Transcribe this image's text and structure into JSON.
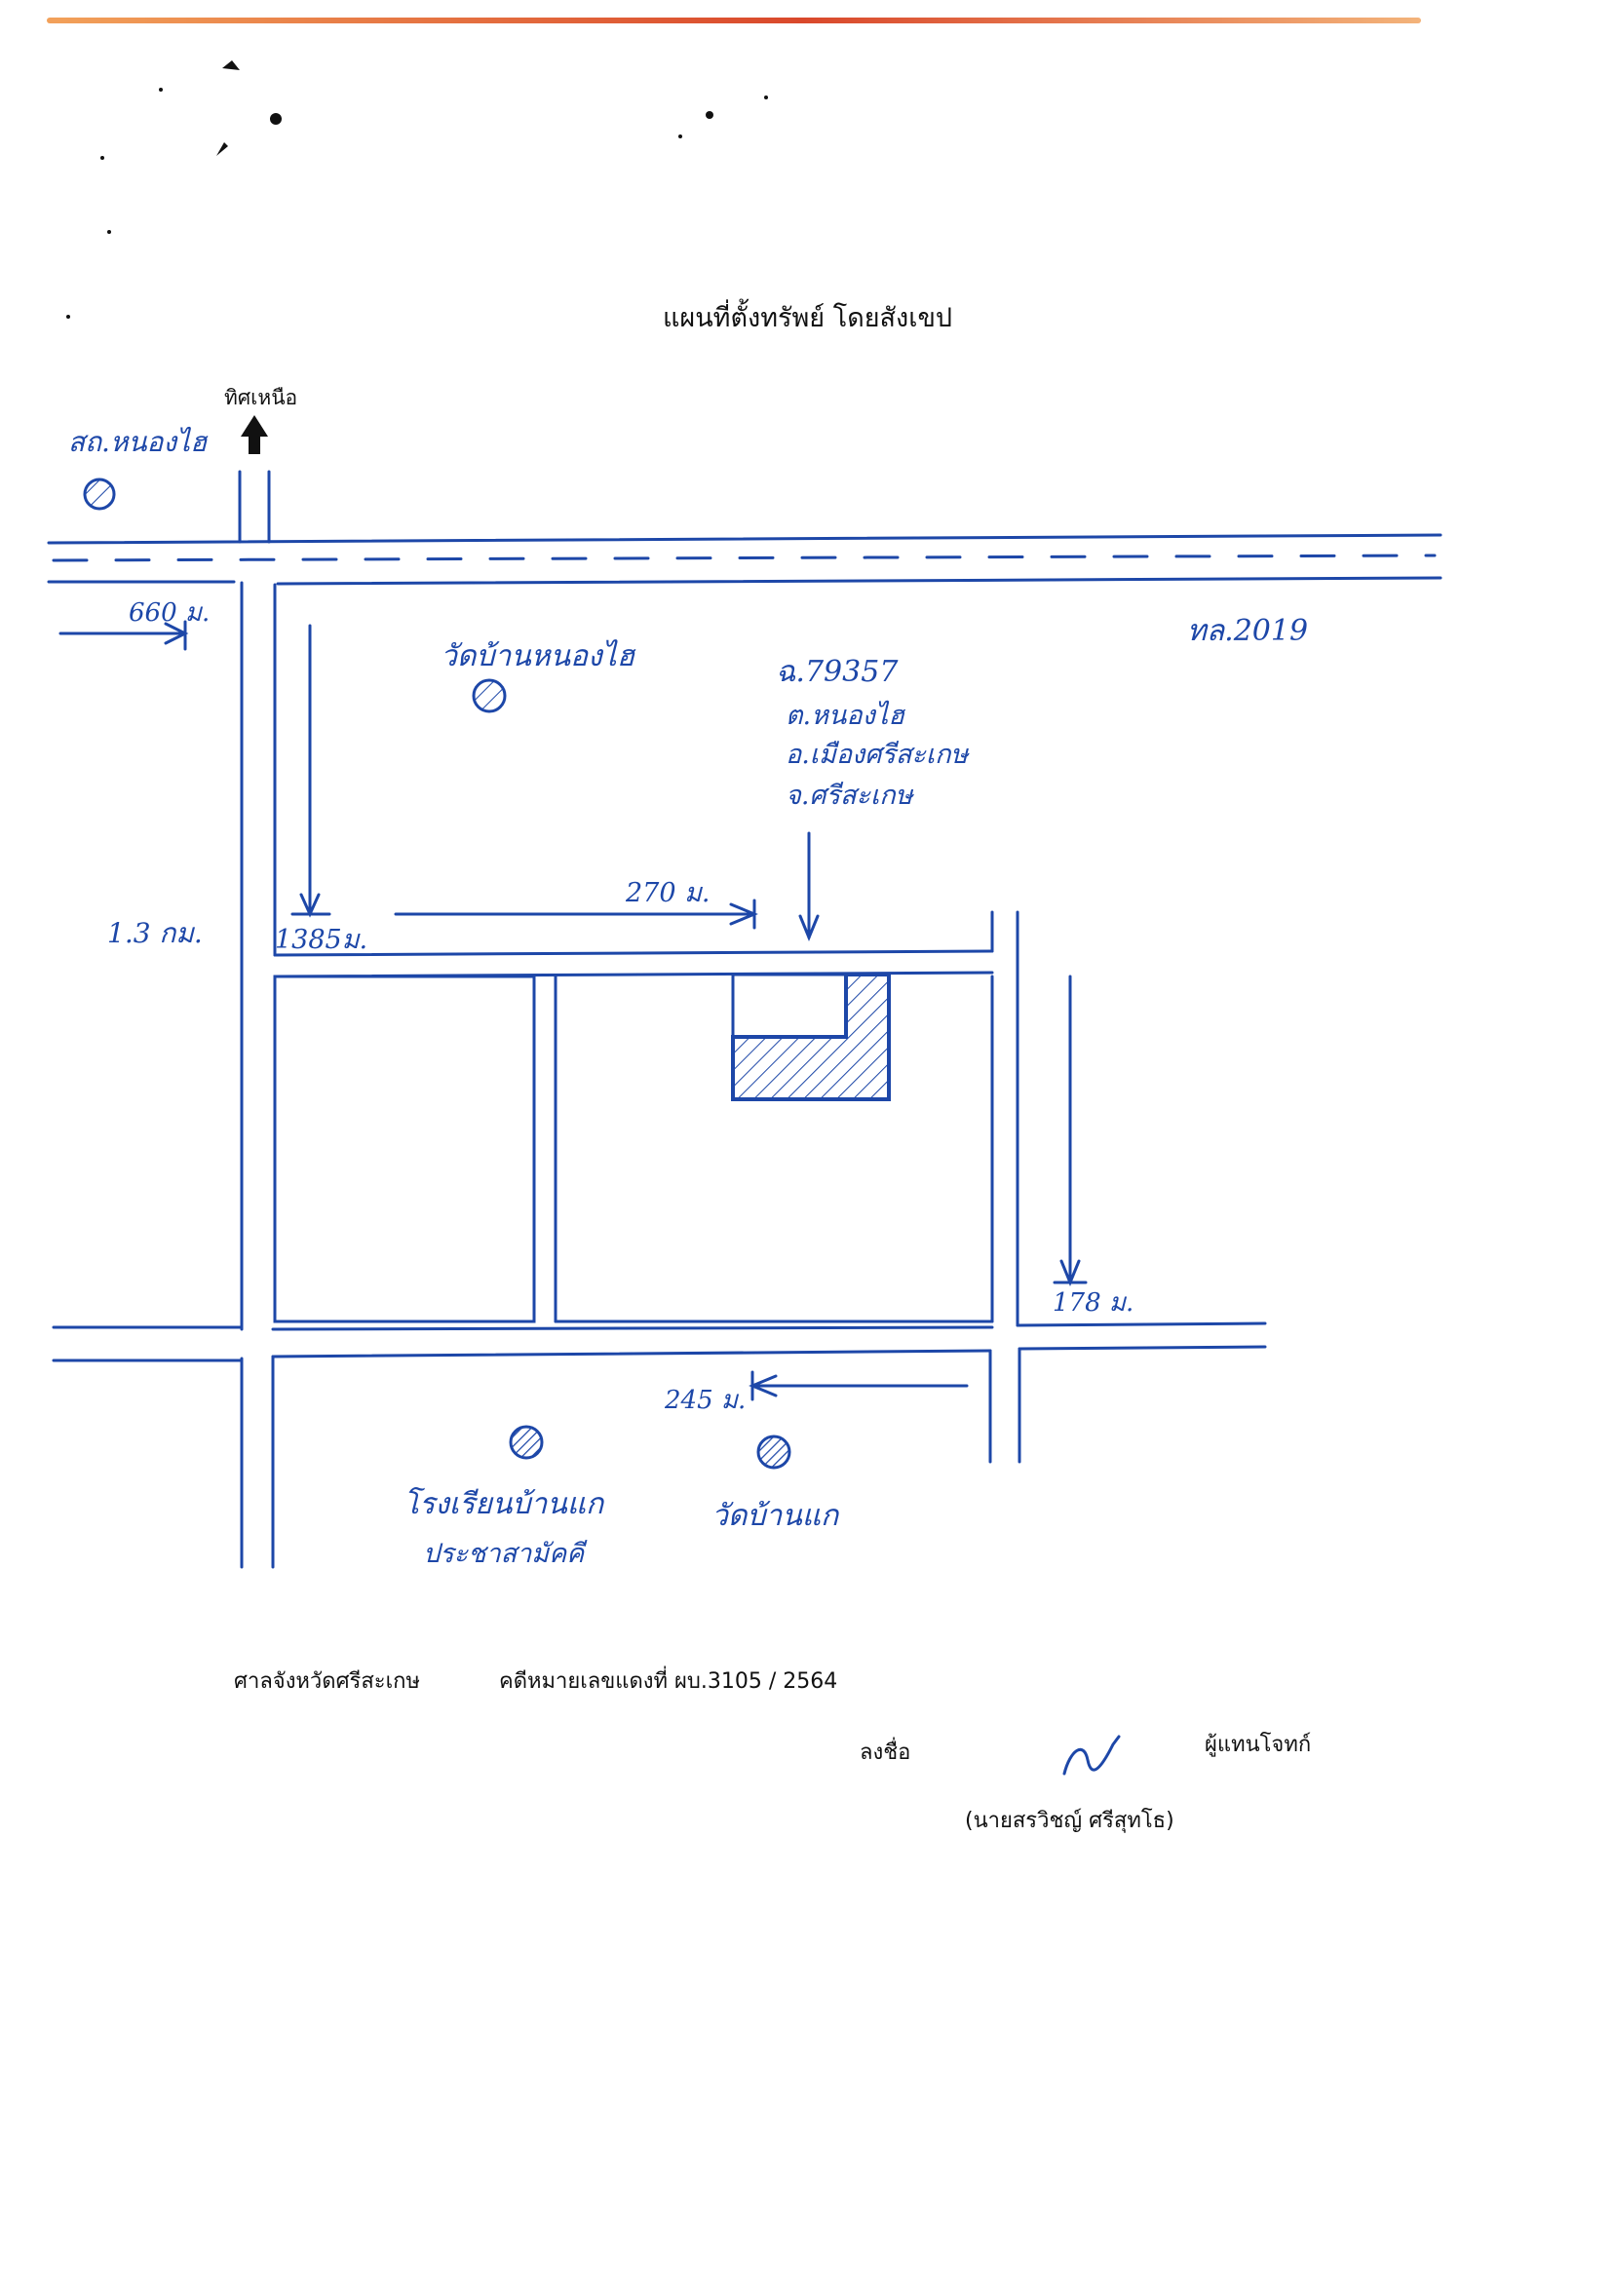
{
  "map": {
    "title": "แผนที่ตั้งทรัพย์ โดยสังเขป",
    "north_label": "ทิศเหนือ"
  },
  "annotations": {
    "health_center": "สถ.หนองไฮ",
    "temple_nongyai": "วัดบ้านหนองไฮ",
    "parcel_line1": "ฉ.79357",
    "parcel_line2": "ต.หนองไฮ",
    "parcel_line3": "อ.เมืองศรีสะเกษ",
    "parcel_line4": "จ.ศรีสะเกษ",
    "highway": "ทล.2019",
    "dist_660": "660 ม.",
    "dist_1_3km": "1.3 กม.",
    "dist_1385": "1385ม.",
    "dist_270": "270 ม.",
    "dist_178": "178 ม.",
    "dist_245": "245 ม.",
    "school_line1": "โรงเรียนบ้านแก",
    "school_line2": "ประชาสามัคคี",
    "temple_banka": "วัดบ้านแก"
  },
  "footer": {
    "court": "ศาลจังหวัดศรีสะเกษ",
    "case_number": "คดีหมายเลขแดงที่ ผบ.3105 / 2564",
    "sign_label": "ลงชื่อ",
    "representative": "ผู้แทนโจทก์",
    "signer_name": "(นายสรวิชญ์ ศรีสุทโธ)"
  },
  "colors": {
    "ink": "#1d47a8",
    "print": "#111111"
  }
}
